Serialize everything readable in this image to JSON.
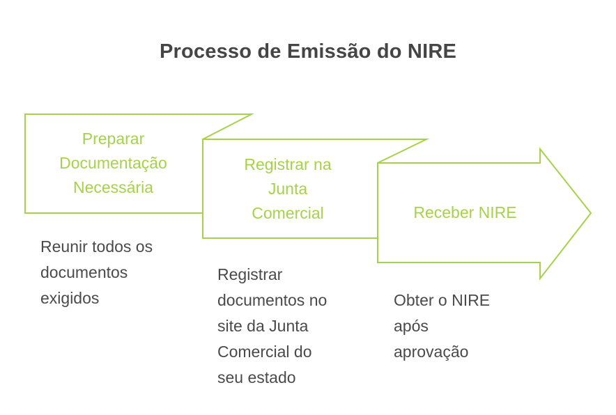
{
  "page": {
    "title": "Processo de Emissão do NIRE",
    "background_color": "#ffffff"
  },
  "theme": {
    "accent_color": "#a6d249",
    "title_color": "#454545",
    "caption_color": "#4a4a4a",
    "shape_fill": "#ffffff"
  },
  "diagram": {
    "type": "chevron-process-flow",
    "direction": "left-to-right",
    "steps": [
      {
        "index": 1,
        "label": "Preparar\nDocumentação\nNecessária",
        "caption": "Reunir todos os\ndocumentos\nexigidos"
      },
      {
        "index": 2,
        "label": "Registrar na\nJunta\nComercial",
        "caption": "Registrar\ndocumentos no\nsite da Junta\nComercial do\nseu estado"
      },
      {
        "index": 3,
        "label": "Receber NIRE",
        "caption": "Obter o NIRE\napós\naprovação"
      }
    ]
  }
}
